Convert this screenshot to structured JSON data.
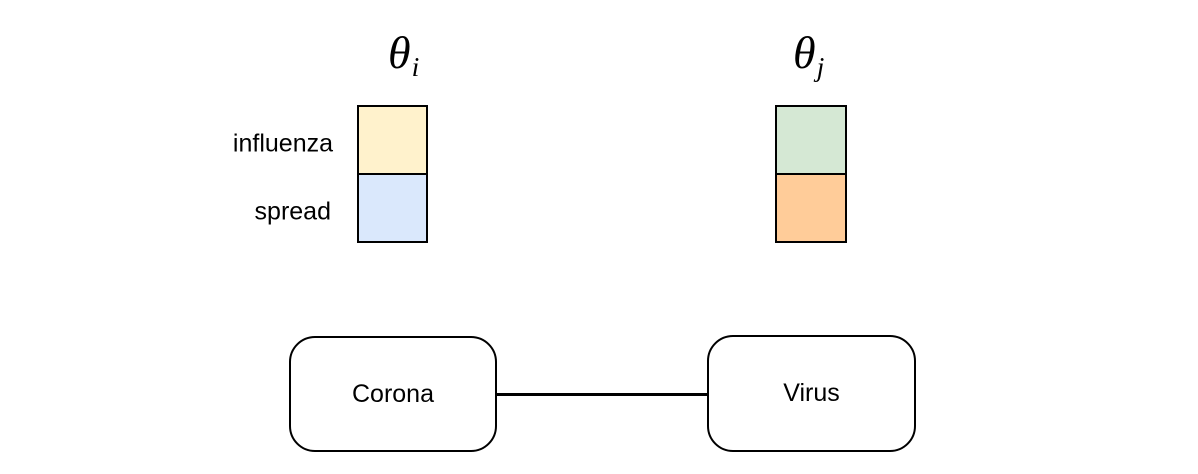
{
  "background": "#FFFFFF",
  "stroke": "#000000",
  "row_labels": [
    "influenza",
    "spread"
  ],
  "theta_i": {
    "symbol": "θ",
    "subscript": "i",
    "cell_fills": [
      "#FFF2CC",
      "#DAE8FC"
    ]
  },
  "theta_j": {
    "symbol": "θ",
    "subscript": "j",
    "cell_fills": [
      "#D5E8D4",
      "#FFCC99"
    ]
  },
  "nodes": [
    {
      "label": "Corona"
    },
    {
      "label": "Virus"
    }
  ],
  "edge": {
    "from": "Corona",
    "to": "Virus",
    "color": "#000000"
  }
}
